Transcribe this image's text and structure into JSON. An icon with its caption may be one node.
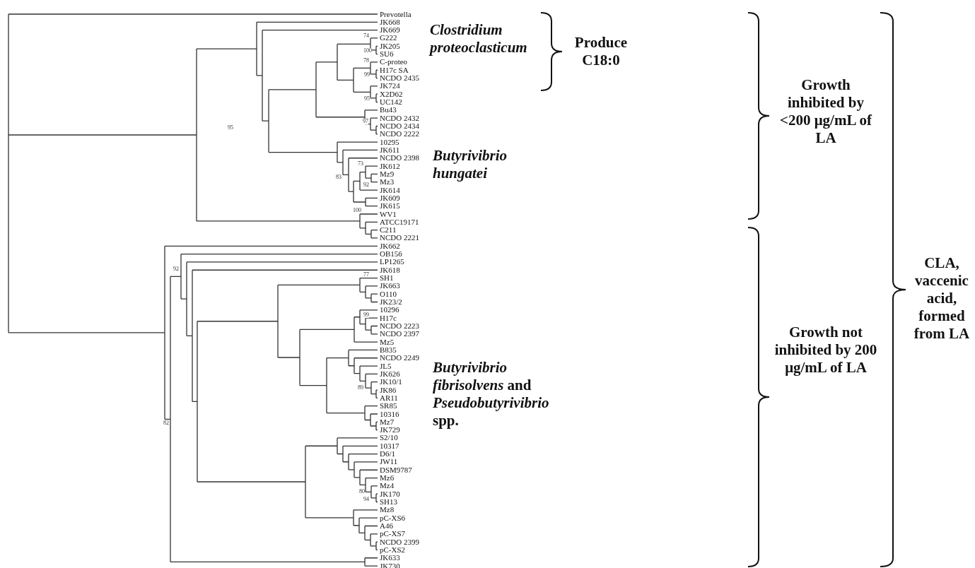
{
  "diagram": {
    "labels": [
      "Prevotella",
      "JK668",
      "JK669",
      "G222",
      "JK205",
      "SU6",
      "C-proteo",
      "H17c SA",
      "NCDO 2435",
      "JK724",
      "X2D62",
      "UC142",
      "Bu43",
      "NCDO 2432",
      "NCDO 2434",
      "NCDO 2222",
      "10295",
      "JK611",
      "NCDO 2398",
      "JK612",
      "Mz9",
      "Mz3",
      "JK614",
      "JK609",
      "JK615",
      "WV1",
      "ATCC19171",
      "C211",
      "NCDO 2221",
      "JK662",
      "OB156",
      "LP1265",
      "JK618",
      "SH1",
      "JK663",
      "O110",
      "JK23/2",
      "10296",
      "H17c",
      "NCDO 2223",
      "NCDO 2397",
      "Mz5",
      "B835",
      "NCDO 2249",
      "JL5",
      "JK626",
      "JK10/1",
      "JK86",
      "AR11",
      "SR85",
      "10316",
      "Mz7",
      "JK729",
      "S2/10",
      "10317",
      "D6/1",
      "JW11",
      "DSM9787",
      "Mz6",
      "Mz4",
      "JK170",
      "SH13",
      "Mz8",
      "pC-XS6",
      "A46",
      "pC-XS7",
      "NCDO 2399",
      "pC-XS2",
      "JK633",
      "JK730",
      "74",
      "100",
      "78",
      "99",
      "95",
      "97",
      "95",
      "73",
      "83",
      "92",
      "100",
      "92",
      "77",
      "99",
      "82",
      "89",
      "80",
      "94",
      "Clostridium proteoclasticum",
      "Produce C18:0",
      "Growth inhibited by <200 μg/mL of LA",
      "Butyrivibrio hungatei",
      "CLA, vaccenic acid, formed from LA",
      "*Butyrivibrio fibrisolvens* and *Pseudobutyrivibrio* spp.",
      "Growth not inhibited by 200 μg/mL of LA"
    ]
  }
}
